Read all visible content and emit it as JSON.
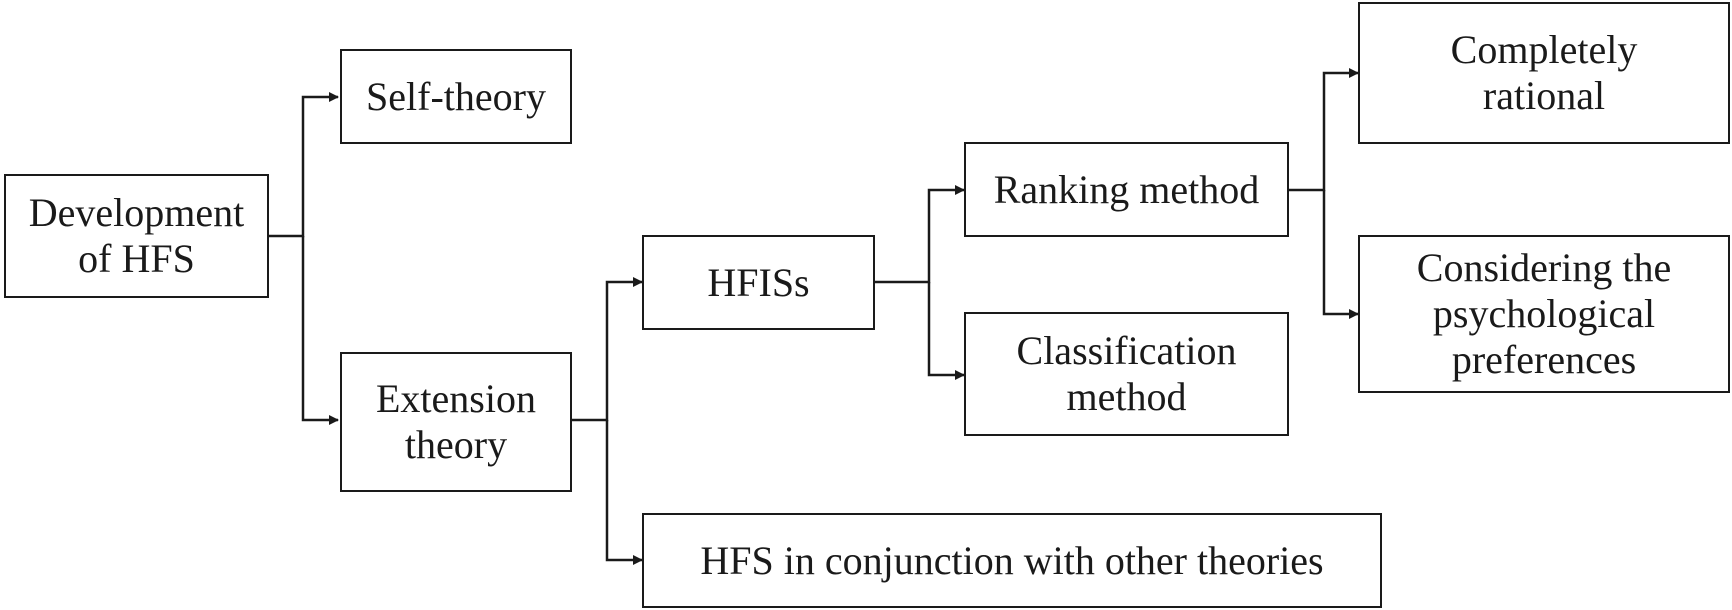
{
  "diagram": {
    "nodes": {
      "development": "Development\nof HFS",
      "self_theory": "Self-theory",
      "extension_theory": "Extension\ntheory",
      "hfiss": "HFISs",
      "hfs_conjunction": "HFS in conjunction with other theories",
      "ranking_method": "Ranking method",
      "classification_method": "Classification\nmethod",
      "completely_rational": "Completely\nrational",
      "psychological_preferences": "Considering the\npsychological\npreferences"
    },
    "edges": [
      {
        "from": "development",
        "to": "self_theory"
      },
      {
        "from": "development",
        "to": "extension_theory"
      },
      {
        "from": "extension_theory",
        "to": "hfiss"
      },
      {
        "from": "extension_theory",
        "to": "hfs_conjunction"
      },
      {
        "from": "hfiss",
        "to": "ranking_method"
      },
      {
        "from": "hfiss",
        "to": "classification_method"
      },
      {
        "from": "ranking_method",
        "to": "completely_rational"
      },
      {
        "from": "ranking_method",
        "to": "psychological_preferences"
      }
    ],
    "colors": {
      "stroke": "#1a1a1a",
      "background": "#ffffff"
    }
  }
}
